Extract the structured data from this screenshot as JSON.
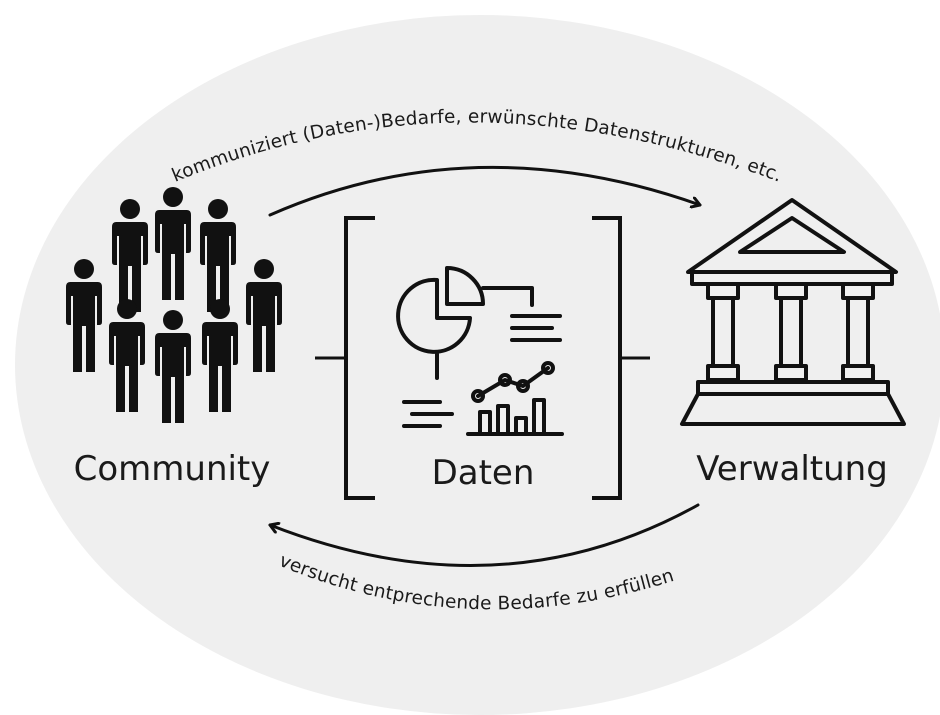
{
  "diagram": {
    "background_color": "#efefef",
    "ink_color": "#111111",
    "nodes": {
      "community": {
        "label": "Community",
        "icon": "people-group-icon"
      },
      "data": {
        "label": "Daten",
        "icon": "data-analytics-icon"
      },
      "administration": {
        "label": "Verwaltung",
        "icon": "government-building-icon"
      }
    },
    "edges": {
      "top": {
        "label": "kommuniziert (Daten-)Bedarfe, erwünschte Datenstrukturen, etc.",
        "from": "community",
        "to": "administration"
      },
      "bottom": {
        "label": "versucht entprechende Bedarfe zu erfüllen",
        "from": "administration",
        "to": "community"
      }
    }
  }
}
